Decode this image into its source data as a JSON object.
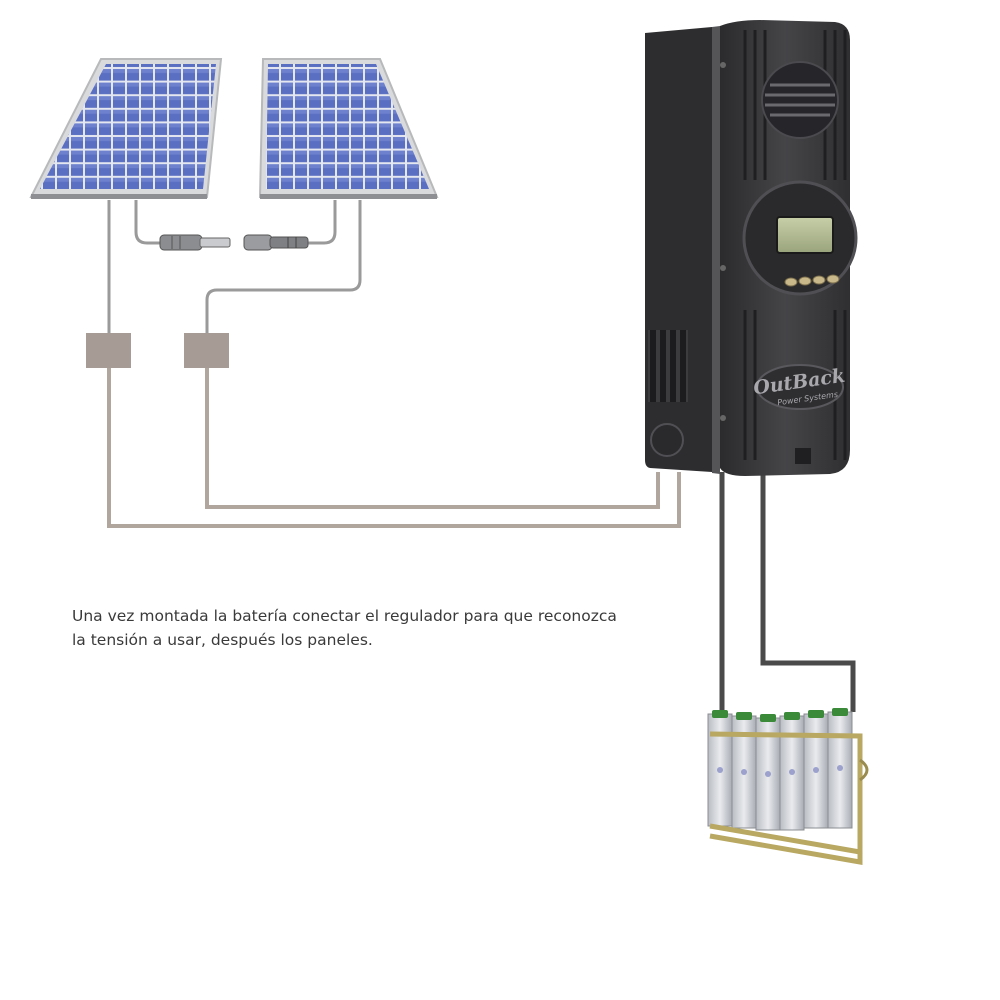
{
  "caption": {
    "line1": "Una vez montada la batería conectar el regulador para que reconozca",
    "line2": "la tensión a usar, después los paneles."
  },
  "controller": {
    "brand_line1": "OutBack",
    "brand_line2": "Power Systems"
  },
  "colors": {
    "panel_cell": "#5a6fc2",
    "panel_frame": "#d9dadc",
    "pv_wire": "#b0a69d",
    "pv_fuse_box": "#a69c95",
    "battery_wire": "#4a4a4a",
    "controller_body": "#3a3a3c",
    "battery_frame": "#b8a862"
  },
  "icons": {
    "panels": "solar-panel-icon",
    "connectors": "mc4-connector-icon",
    "fuses": "fuse-box-icon",
    "controller": "charge-controller-icon",
    "battery": "battery-bank-icon"
  }
}
